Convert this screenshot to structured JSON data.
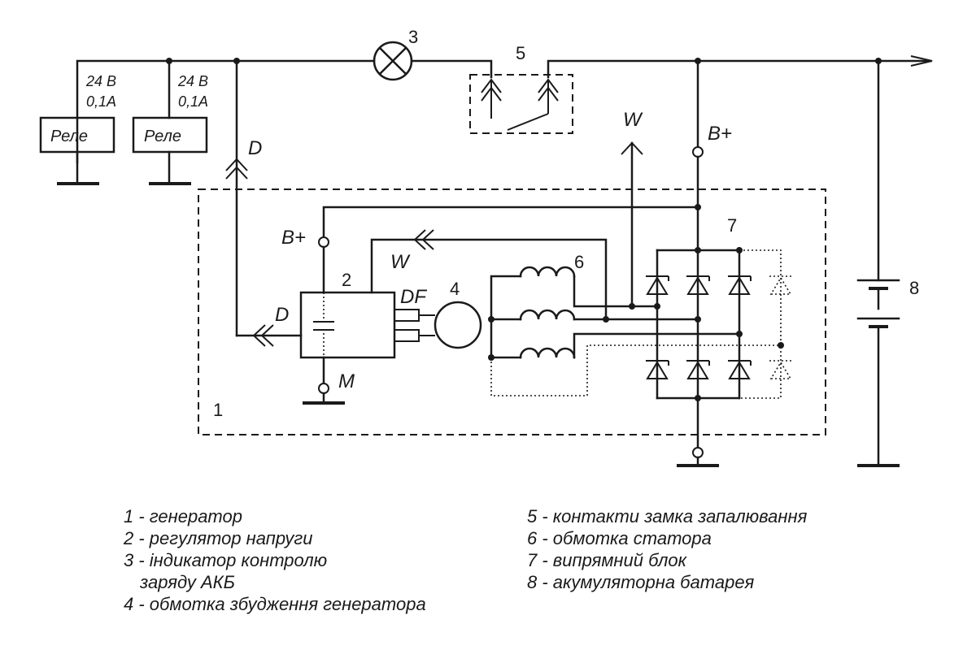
{
  "relays": [
    {
      "label": "Реле",
      "rating_voltage": "24 В",
      "rating_current": "0,1А"
    },
    {
      "label": "Реле",
      "rating_voltage": "24 В",
      "rating_current": "0,1А"
    }
  ],
  "terminals": {
    "d_outer": "D",
    "d_regulator": "D",
    "w_outer": "W",
    "w_regulator": "W",
    "b_plus_outer": "B+",
    "b_plus_regulator": "B+",
    "df": "DF",
    "m": "M"
  },
  "component_numbers": {
    "generator": "1",
    "regulator": "2",
    "indicator": "3",
    "field_winding": "4",
    "ignition_switch": "5",
    "stator_winding": "6",
    "rectifier": "7",
    "battery": "8"
  },
  "legend": {
    "left": [
      "1 - генератор",
      "2 - регулятор напруги",
      "3 - індикатор контролю",
      "заряду АКБ",
      "4 - обмотка збудження генератора"
    ],
    "right": [
      "5 - контакти замка запалювання",
      "6 - обмотка статора",
      "7 - випрямний блок",
      "8 - акумуляторна батарея"
    ]
  }
}
